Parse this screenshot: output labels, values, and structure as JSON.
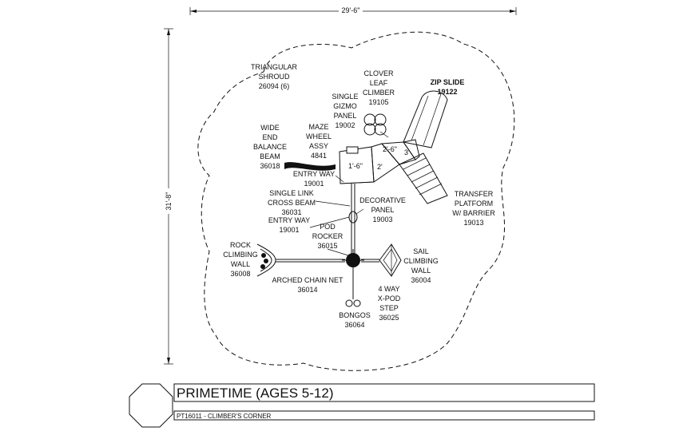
{
  "dimensions": {
    "width": "29'-6\"",
    "height": "31'-8\""
  },
  "labels": {
    "triangular_shroud": [
      "TRIANGULAR",
      "SHROUD",
      "26094 (6)"
    ],
    "clover_leaf": [
      "CLOVER",
      "LEAF",
      "CLIMBER",
      "19105"
    ],
    "zip_slide": [
      "ZIP SLIDE",
      "19122"
    ],
    "gizmo": [
      "SINGLE",
      "GIZMO",
      "PANEL",
      "19002"
    ],
    "maze": [
      "MAZE",
      "WHEEL",
      "ASSY",
      "4841"
    ],
    "balance_beam": [
      "WIDE",
      "END",
      "BALANCE",
      "BEAM",
      "36018"
    ],
    "entry_way_1": [
      "ENTRY WAY",
      "19001"
    ],
    "cross_beam": [
      "SINGLE LINK",
      "CROSS BEAM",
      "36031"
    ],
    "entry_way_2": [
      "ENTRY WAY",
      "19001"
    ],
    "decorative": [
      "DECORATIVE",
      "PANEL",
      "19003"
    ],
    "transfer": [
      "TRANSFER",
      "PLATFORM",
      "W/ BARRIER",
      "19013"
    ],
    "pod_rocker": [
      "POD",
      "ROCKER",
      "36015"
    ],
    "rock_wall": [
      "ROCK",
      "CLIMBING",
      "WALL",
      "36008"
    ],
    "sail_wall": [
      "SAIL",
      "CLIMBING",
      "WALL",
      "36004"
    ],
    "chain_net": [
      "ARCHED CHAIN NET",
      "36014"
    ],
    "xpod": [
      "4 WAY",
      "X-POD",
      "STEP",
      "36025"
    ],
    "bongos": [
      "BONGOS",
      "36064"
    ]
  },
  "deck_labels": {
    "deck_a": "1'-6\"",
    "deck_b": "2'",
    "deck_c": "2'-6\"",
    "deck_d": "3'"
  },
  "title_block": {
    "title": "PRIMETIME (AGES 5-12)",
    "subtitle": "PT16011 - CLIMBER'S CORNER"
  }
}
